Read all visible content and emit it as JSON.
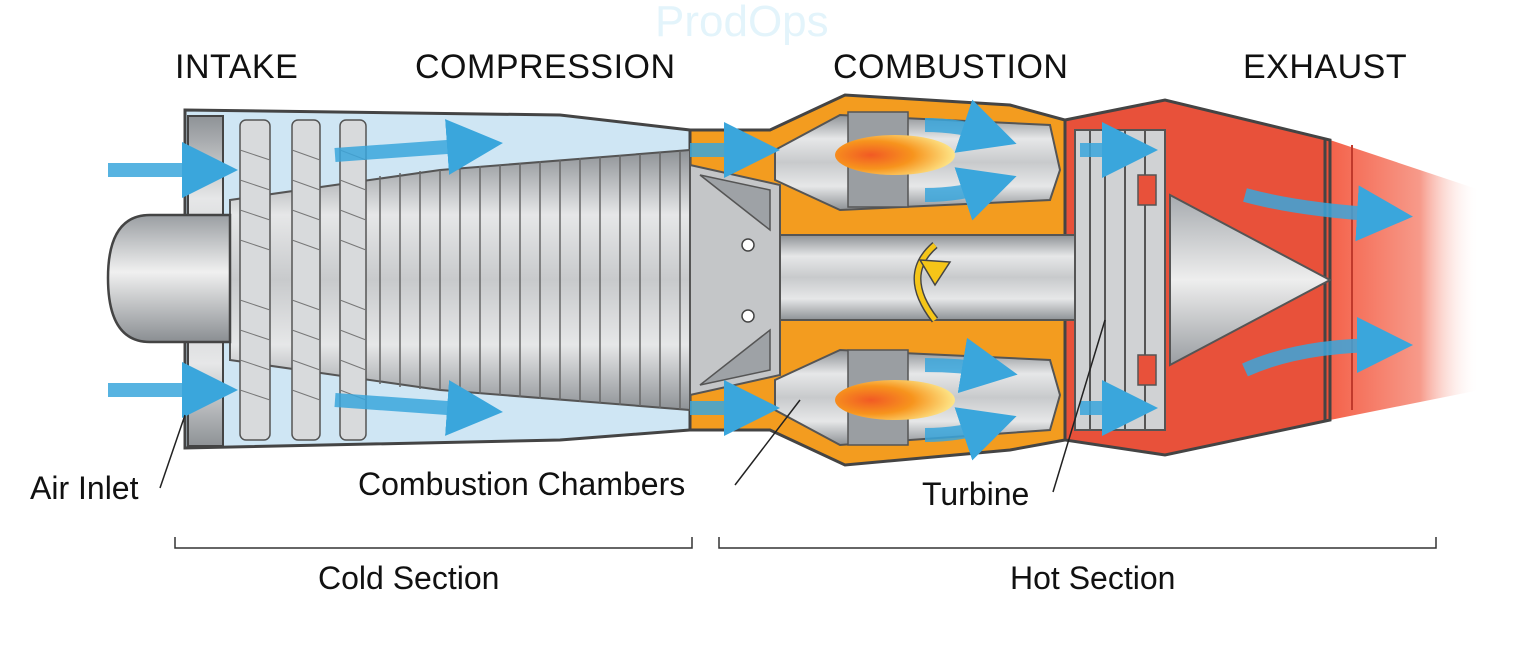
{
  "watermark": "ProdOps",
  "stages": {
    "intake": "INTAKE",
    "compression": "COMPRESSION",
    "combustion": "COMBUSTION",
    "exhaust": "EXHAUST"
  },
  "parts": {
    "air_inlet": "Air Inlet",
    "combustion_chambers": "Combustion Chambers",
    "turbine": "Turbine"
  },
  "sections": {
    "cold": "Cold Section",
    "hot": "Hot Section"
  },
  "colors": {
    "airflow": "#3aa6dc",
    "flame": "#f7941d",
    "hot_casing": "#e8513a",
    "combustor_casing": "#f39c1f",
    "metal": "#b9bcbf",
    "rotation_arrow": "#f5c518"
  }
}
